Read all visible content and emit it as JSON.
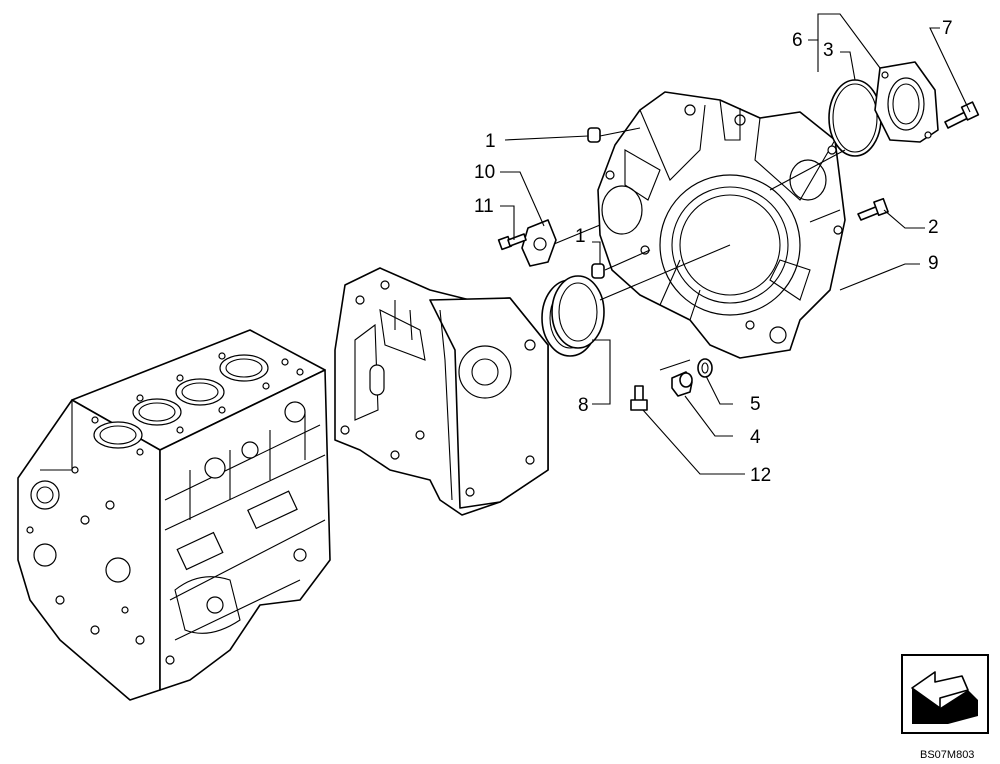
{
  "callouts": {
    "c1a": "1",
    "c1b": "1",
    "c2": "2",
    "c3": "3",
    "c4": "4",
    "c5": "5",
    "c6": "6",
    "c7": "7",
    "c8": "8",
    "c9": "9",
    "c10": "10",
    "c11": "11",
    "c12": "12"
  },
  "drawing_code": "BS07M803",
  "icons": {
    "orientation": "front-arrow-icon"
  }
}
